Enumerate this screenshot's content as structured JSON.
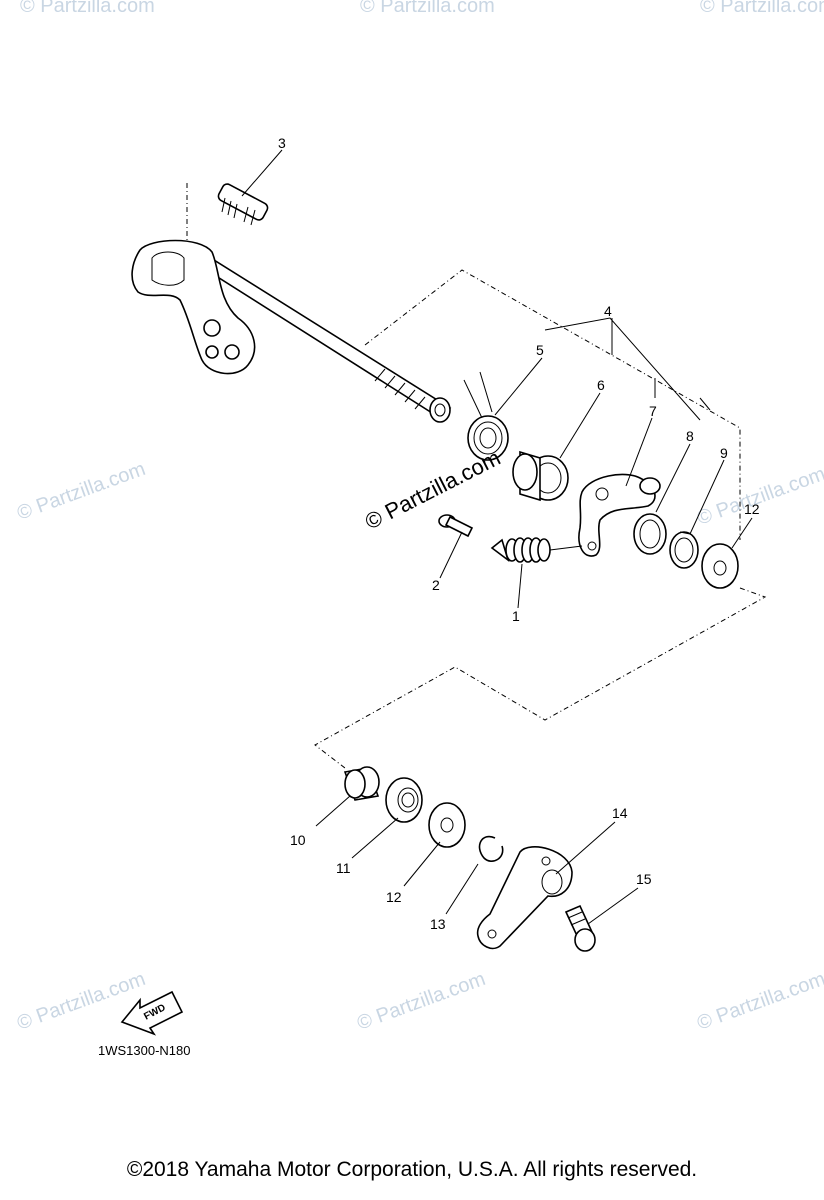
{
  "callouts": {
    "c1": "1",
    "c2": "2",
    "c3": "3",
    "c4": "4",
    "c5": "5",
    "c6": "6",
    "c7": "7",
    "c8": "8",
    "c9": "9",
    "c10": "10",
    "c11": "11",
    "c12a": "12",
    "c12b": "12",
    "c13": "13",
    "c14": "14",
    "c15": "15"
  },
  "watermark": "© Partzilla.com",
  "brand_watermark": "© Partzilla.com",
  "fwd_label": "FWD",
  "diagram_code": "1WS1300-N180",
  "footer": "©2018 Yamaha Motor Corporation, U.S.A. All rights reserved.",
  "colors": {
    "watermark": "#c9d6e3",
    "line": "#000000",
    "background": "#ffffff"
  }
}
